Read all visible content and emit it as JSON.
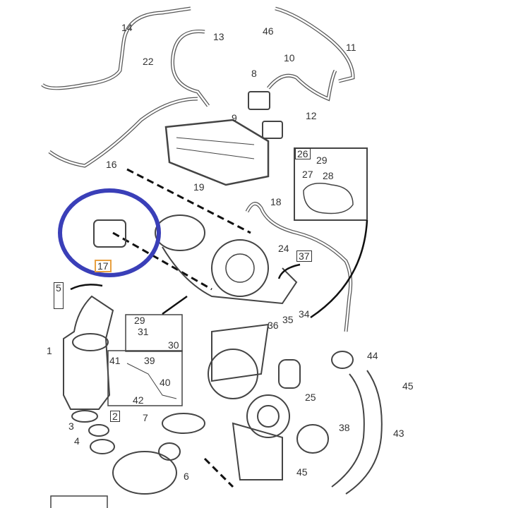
{
  "diagram": {
    "labels": [
      "14",
      "22",
      "13",
      "46",
      "11",
      "10",
      "8",
      "9",
      "12",
      "16",
      "19",
      "26",
      "29",
      "27",
      "28",
      "18",
      "17",
      "24",
      "37",
      "5",
      "29",
      "31",
      "30",
      "36",
      "35",
      "34",
      "1",
      "41",
      "39",
      "40",
      "42",
      "44",
      "45",
      "25",
      "2",
      "7",
      "3",
      "38",
      "43",
      "4",
      "6",
      "45"
    ],
    "highlight_color": "#3a3fb8",
    "selected_part_color": "#e8a040"
  }
}
